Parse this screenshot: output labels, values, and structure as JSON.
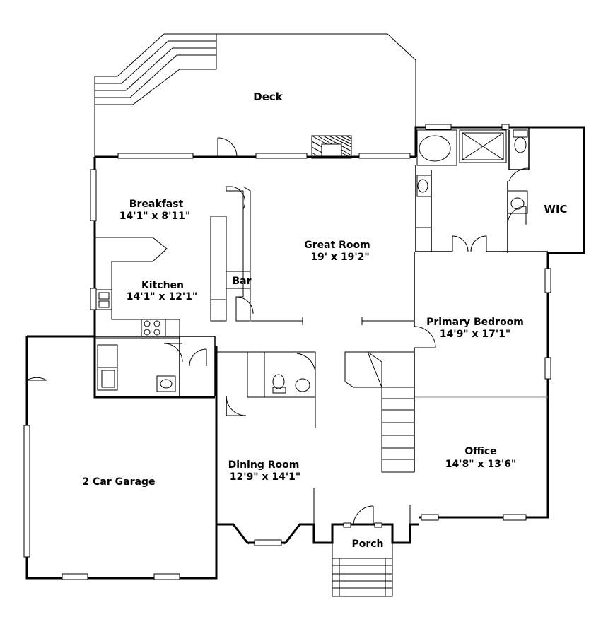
{
  "rooms": {
    "deck": {
      "name": "Deck"
    },
    "breakfast": {
      "name": "Breakfast",
      "size": "14'1\" x 8'11\""
    },
    "great_room": {
      "name": "Great Room",
      "size": "19' x 19'2\""
    },
    "wic": {
      "name": "WIC"
    },
    "kitchen": {
      "name": "Kitchen",
      "size": "14'1\" x 12'1\""
    },
    "bar": {
      "name": "Bar"
    },
    "primary_bedroom": {
      "name": "Primary Bedroom",
      "size": "14'9\" x 17'1\""
    },
    "office": {
      "name": "Office",
      "size": "14'8\" x 13'6\""
    },
    "dining_room": {
      "name": "Dining Room",
      "size": "12'9\" x 14'1\""
    },
    "garage": {
      "name": "2 Car Garage"
    },
    "porch": {
      "name": "Porch"
    }
  }
}
